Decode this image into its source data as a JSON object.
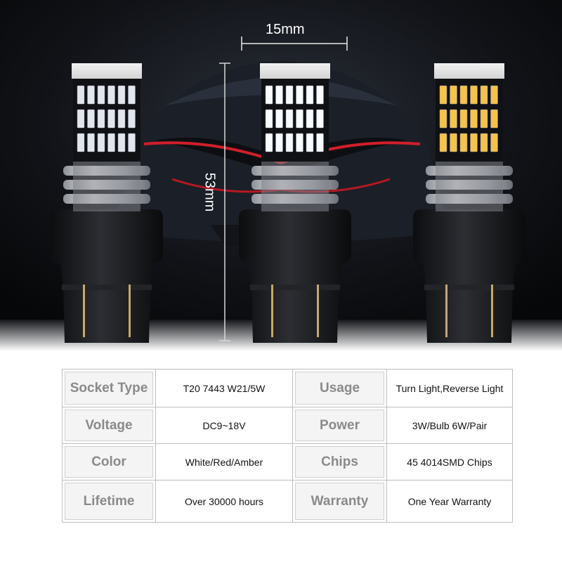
{
  "dimensions": {
    "width_label": "15mm",
    "height_label": "53mm"
  },
  "bulbs": [
    {
      "name": "red-bulb",
      "led_color": "#e1e6ee"
    },
    {
      "name": "white-bulb",
      "led_color": "#f8fbff"
    },
    {
      "name": "amber-bulb",
      "led_color": "#f5c24a"
    }
  ],
  "specs": [
    {
      "left_key": "Socket Type",
      "left_value": "T20 7443 W21/5W",
      "right_key": "Usage",
      "right_value": "Turn Light,Reverse Light"
    },
    {
      "left_key": "Voltage",
      "left_value": "DC9~18V",
      "right_key": "Power",
      "right_value": "3W/Bulb 6W/Pair"
    },
    {
      "left_key": "Color",
      "left_value": "White/Red/Amber",
      "right_key": "Chips",
      "right_value": "45 4014SMD Chips"
    },
    {
      "left_key": "Lifetime",
      "left_value": "Over 30000 hours",
      "right_key": "Warranty",
      "right_value": "One Year Warranty"
    }
  ],
  "colors": {
    "background_dark": "#0a0b0e",
    "car_body": "#1b1f27",
    "tail_light": "#d11f2a",
    "bulb_base": "#18191c",
    "heatsink": "#c9cbd0",
    "table_key_bg": "#f4f4f4",
    "table_key_text": "#8a8a8a"
  }
}
